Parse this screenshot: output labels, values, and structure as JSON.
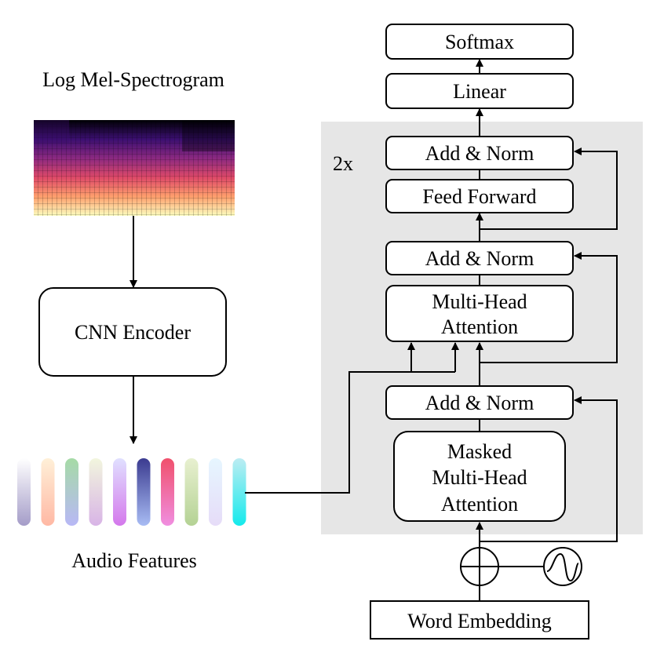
{
  "spectrogram": {
    "title": "Log Mel-Spectrogram",
    "colormap": [
      "#000004",
      "#3b0f70",
      "#8c2981",
      "#de4968",
      "#fe9f6d",
      "#fcfdbf"
    ]
  },
  "encoder": {
    "label": "CNN Encoder"
  },
  "audio_features": {
    "label": "Audio Features",
    "bars": [
      {
        "top": "#ffffff",
        "bottom": "#a49cc8"
      },
      {
        "top": "#fff0d8",
        "bottom": "#ffb8a4"
      },
      {
        "top": "#a6dba6",
        "bottom": "#b8b8f6"
      },
      {
        "top": "#f2f6de",
        "bottom": "#d8b4e6"
      },
      {
        "top": "#e0e0ff",
        "bottom": "#d478ec"
      },
      {
        "top": "#3b3b90",
        "bottom": "#a8bcf4"
      },
      {
        "top": "#f0506c",
        "bottom": "#f08ee0"
      },
      {
        "top": "#e8f0d0",
        "bottom": "#b4d294"
      },
      {
        "top": "#e6f6ff",
        "bottom": "#e6dcf8"
      },
      {
        "top": "#bcecf2",
        "bottom": "#14eaec"
      }
    ]
  },
  "decoder": {
    "repeat": "2x",
    "block_color": "#e6e6e6",
    "softmax": "Softmax",
    "linear": "Linear",
    "add_norm_top": "Add & Norm",
    "feed_forward": "Feed Forward",
    "add_norm_mid": "Add & Norm",
    "mha_line1": "Multi-Head",
    "mha_line2": "Attention",
    "add_norm_bottom": "Add & Norm",
    "masked_line1": "Masked",
    "masked_line2": "Multi-Head",
    "masked_line3": "Attention",
    "word_embedding": "Word Embedding"
  }
}
